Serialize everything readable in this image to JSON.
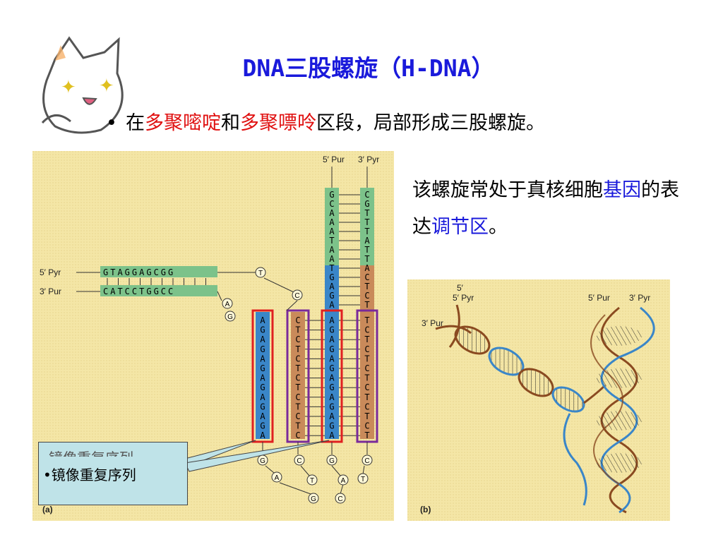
{
  "title": "DNA三股螺旋（H-DNA）",
  "bullet": {
    "prefix": "在",
    "term1": "多聚嘧啶",
    "mid": "和",
    "term2": "多聚嘌呤",
    "suffix": "区段，局部形成三股螺旋。"
  },
  "side_text": {
    "part1": "该螺旋常处于真核细胞",
    "part2": "基因",
    "part3": "的表达",
    "part4": "调节区",
    "part5": "。"
  },
  "callout": {
    "ghost_label": "镜像重复序列",
    "label": "•镜像重复序列"
  },
  "figure_a": {
    "panel_label": "(a)",
    "left_top_strand_label": "5′ Pyr",
    "left_bottom_strand_label": "3′ Pur",
    "left_top_seq": "GTAGGAGCGG",
    "left_bottom_seq": "CATCCTGGCC",
    "right_top_labels": [
      "5′ Pur",
      "3′ Pyr"
    ],
    "col_pur_upper": "GCAAATAATGAGA",
    "col_pyr_upper": "CGTTTATTACTCT",
    "col_far_left": "AGAGAGAGAGAGA",
    "col_mid_left": "CTCTCTCTCTCTC",
    "col_pur_lower": "AGAGAGAGAGAGA",
    "col_pyr_lower": "TCTCTCTCTCTCT",
    "loop_bases": [
      "T",
      "C",
      "A",
      "G",
      "G",
      "C",
      "G",
      "C",
      "A",
      "T",
      "A",
      "T",
      "G",
      "C"
    ]
  },
  "figure_b": {
    "panel_label": "(b)",
    "label_5pyr": "5′ Pyr",
    "label_3pur": "3′ Pur",
    "label_5pur": "5′ Pur",
    "label_3pyr": "3′ Pyr"
  },
  "colors": {
    "title": "#1a1adb",
    "highlight_red": "#e01010",
    "highlight_blue": "#1a1adb",
    "figure_bg": "#f4e6a6",
    "strand_green": "#7cc28a",
    "strand_blue": "#3a86c8",
    "strand_brown": "#c98a5a",
    "box_red": "#e02020",
    "box_purple": "#7a2a9a",
    "callout_bg": "#bfe3e8"
  }
}
